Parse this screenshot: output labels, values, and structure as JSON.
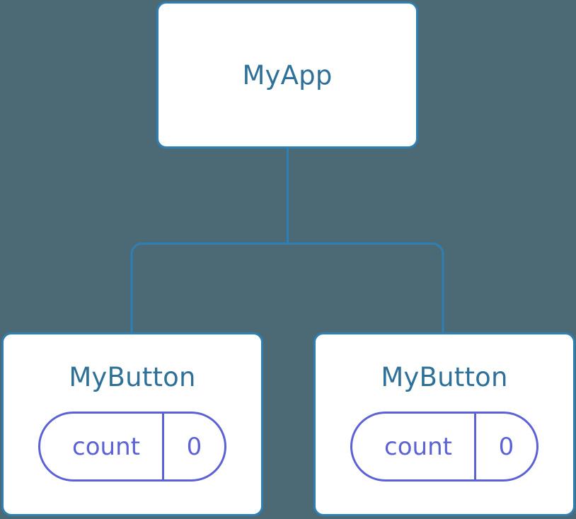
{
  "diagram": {
    "type": "component-tree",
    "background_color": "#4c6a76",
    "node_border_color": "#2e7fb3",
    "node_title_color": "#2f7099",
    "state_pill_color": "#5c62d6",
    "connector_color": "#2e7fb3",
    "root": {
      "id": "myapp",
      "label": "MyApp"
    },
    "children": [
      {
        "id": "mybutton-left",
        "label": "MyButton",
        "state": {
          "key": "count",
          "value": "0"
        }
      },
      {
        "id": "mybutton-right",
        "label": "MyButton",
        "state": {
          "key": "count",
          "value": "0"
        }
      }
    ]
  }
}
